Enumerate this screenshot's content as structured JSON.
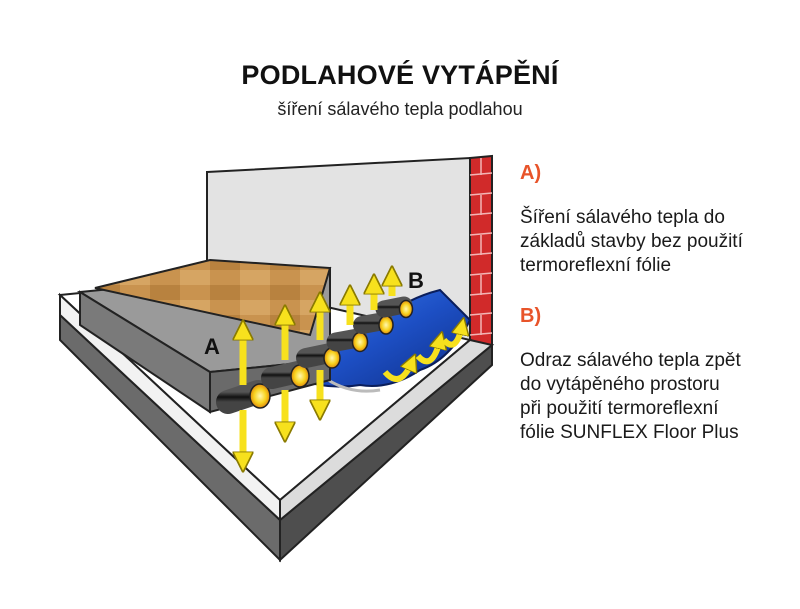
{
  "header": {
    "title": "PODLAHOVÉ VYTÁPĚNÍ",
    "subtitle": "šíření sálavého tepla podlahou"
  },
  "diagram": {
    "label_a": "A",
    "label_b": "B",
    "colors": {
      "arrow": "#f7e11d",
      "brick": "#d12a2a",
      "foil": "#1d4fc4",
      "slab": "#8a8a8a",
      "wood": "#c9934f",
      "wall": "#e3e3e3"
    },
    "pipe_count": 6
  },
  "legend": [
    {
      "key": "A)",
      "text": [
        "Šíření sálavého tepla do",
        "základů stavby bez použití",
        "termoreflexní fólie"
      ]
    },
    {
      "key": "B)",
      "text": [
        "Odraz sálavého tepla zpět",
        "do vytápěného prostoru",
        "při použití termoreflexní",
        "fólie SUNFLEX Floor Plus"
      ]
    }
  ]
}
